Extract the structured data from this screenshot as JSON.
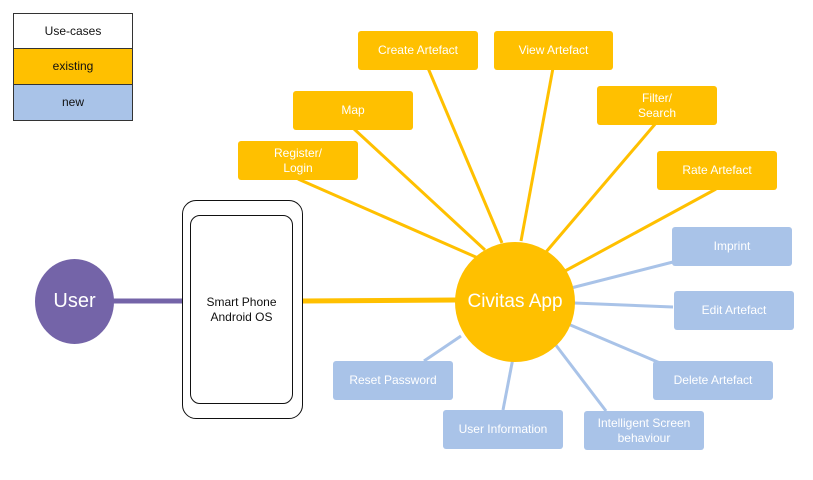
{
  "legend": {
    "title": "Use-cases",
    "existing": "existing",
    "new": "new"
  },
  "colors": {
    "existing": "#ffc000",
    "new": "#a9c3e8",
    "user": "#7464a8",
    "line_existing": "#ffc000",
    "line_new": "#a9c3e8"
  },
  "user": {
    "label": "User"
  },
  "phone": {
    "label": "Smart Phone\nAndroid OS"
  },
  "app": {
    "label": "Civitas App"
  },
  "existing_use_cases": [
    "Register/\nLogin",
    "Map",
    "Create Artefact",
    "View Artefact",
    "Filter/\nSearch",
    "Rate Artefact"
  ],
  "new_use_cases": [
    "Imprint",
    "Edit Artefact",
    "Delete Artefact",
    "Intelligent Screen\nbehaviour",
    "User Information",
    "Reset Password"
  ]
}
